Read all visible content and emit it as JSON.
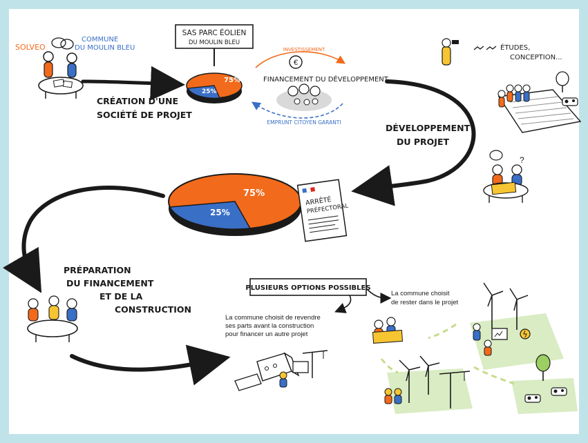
{
  "actors": {
    "solveo": "SOLVEO",
    "commune_line1": "COMMUNE",
    "commune_line2": "DU MOULIN BLEU"
  },
  "steps": {
    "creation_line1": "CRÉATION D'UNE",
    "creation_line2": "SOCIÉTÉ DE PROJET",
    "development_line1": "DÉVELOPPEMENT",
    "development_line2": "DU PROJET",
    "preparation_line1": "PRÉPARATION",
    "preparation_line2": "DU FINANCEMENT",
    "preparation_line3": "ET DE LA",
    "preparation_line4": "CONSTRUCTION"
  },
  "sign": {
    "line1": "SAS PARC ÉOLIEN",
    "line2": "DU MOULIN BLEU"
  },
  "financing": {
    "title": "FINANCEMENT DU DÉVELOPPEMENT",
    "investment": "INVESTISSEMENT",
    "loan": "EMPRUNT CITOYEN GARANTI",
    "euro": "€"
  },
  "studies": {
    "line1": "ÉTUDES,",
    "line2": "CONCEPTION..."
  },
  "pie_small": {
    "large_label": "75%",
    "small_label": "25%"
  },
  "pie_large": {
    "large_label": "75%",
    "small_label": "25%"
  },
  "document": {
    "line1": "ARRÊTÉ",
    "line2": "PRÉFECTORAL"
  },
  "options": {
    "header": "PLUSIEURS OPTIONS POSSIBLES",
    "sell_line1": "La commune choisit de revendre",
    "sell_line2": "ses parts avant la construction",
    "sell_line3": "pour financer un autre projet",
    "stay_line1": "La commune choisit",
    "stay_line2": "de rester dans le projet"
  },
  "colors": {
    "orange": "#f26a1b",
    "blue": "#3a6fc6",
    "green": "#d9ecc3",
    "frame": "#bfe3e9",
    "yellow": "#f6c531",
    "ink": "#1a1a1a"
  }
}
